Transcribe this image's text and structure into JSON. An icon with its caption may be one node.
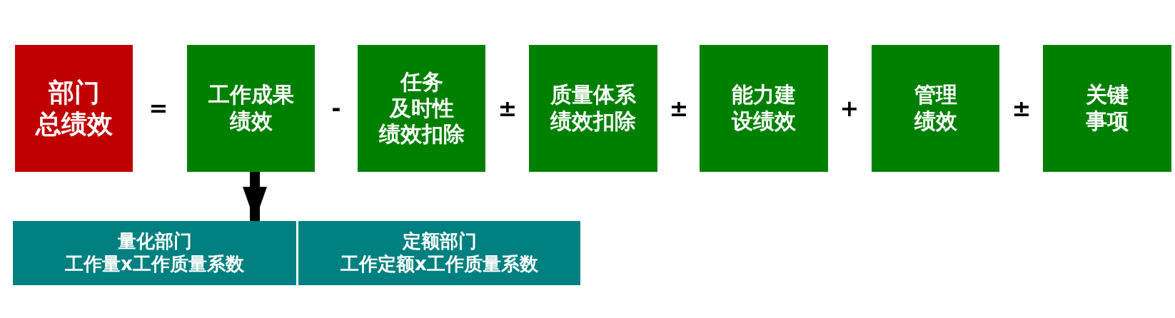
{
  "diagram": {
    "nodes": [
      {
        "text": [
          "部门总绩效"
        ]
      },
      {
        "text": [
          "工作成果绩效"
        ]
      },
      {
        "text": [
          "任务及时性绩效扣除"
        ]
      },
      {
        "text": [
          "质量体系绩效扣除"
        ]
      },
      {
        "text": [
          "能力建设绩效"
        ]
      },
      {
        "text": [
          "管理绩效"
        ]
      },
      {
        "text": [
          "关键事项"
        ]
      },
      {
        "text": [
          "量化部门工作量x工作质量系数"
        ]
      },
      {
        "text": [
          "定额部门工作定额x工作质量系数"
        ]
      }
    ],
    "edges": [
      {
        "from": 1,
        "to": 7,
        "arrow": "to"
      }
    ],
    "labels": [
      "=",
      "-",
      "±",
      "±",
      "+",
      "±"
    ]
  }
}
